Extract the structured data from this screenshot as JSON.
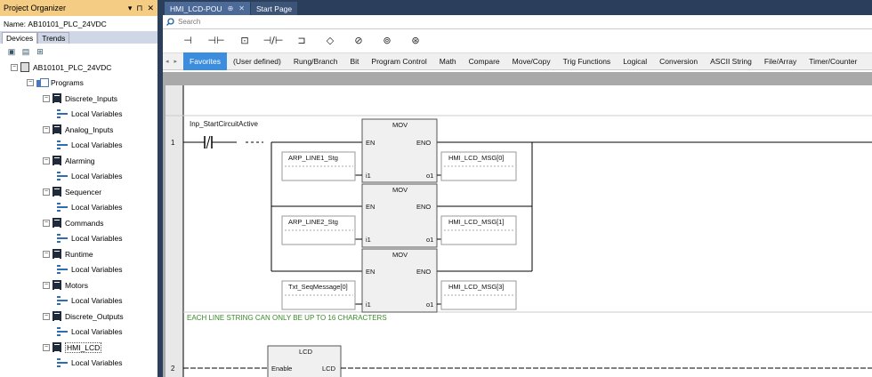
{
  "left_panel": {
    "title": "Project Organizer",
    "ctrls": [
      "▾",
      "⊓",
      "✕"
    ],
    "name_label": "Name:",
    "name_value": "AB10101_PLC_24VDC",
    "tabs": [
      "Devices",
      "Trends"
    ],
    "device": "AB10101_PLC_24VDC",
    "programs_label": "Programs",
    "pous": [
      "Discrete_Inputs",
      "Analog_Inputs",
      "Alarming",
      "Sequencer",
      "Commands",
      "Runtime",
      "Motors",
      "Discrete_Outputs",
      "HMI_LCD"
    ],
    "local_vars": "Local Variables"
  },
  "doc_tabs": [
    {
      "label": "HMI_LCD-POU",
      "pin": "⊕",
      "close": "✕"
    },
    {
      "label": "Start Page"
    }
  ],
  "search": {
    "icon": "search-icon",
    "placeholder": "Search"
  },
  "ladder_tools": [
    "⊣",
    "⊣⊢",
    "⊡",
    "⊣/⊢",
    "⊐",
    "◇",
    "⊘",
    "⊚",
    "⊛"
  ],
  "categories": [
    "Favorites",
    "(User defined)",
    "Rung/Branch",
    "Bit",
    "Program Control",
    "Math",
    "Compare",
    "Move/Copy",
    "Trig Functions",
    "Logical",
    "Conversion",
    "ASCII String",
    "File/Array",
    "Timer/Counter"
  ],
  "rung1": {
    "number": "1",
    "contact": "Inp_StartCircuitActive",
    "blocks": [
      {
        "title": "MOV",
        "en": "EN",
        "eno": "ENO",
        "i1": "i1",
        "o1": "o1",
        "input": "ARP_LINE1_Stg",
        "output": "HMI_LCD_MSG[0]"
      },
      {
        "title": "MOV",
        "en": "EN",
        "eno": "ENO",
        "i1": "i1",
        "o1": "o1",
        "input": "ARP_LINE2_Stg",
        "output": "HMI_LCD_MSG[1]"
      },
      {
        "title": "MOV",
        "en": "EN",
        "eno": "ENO",
        "i1": "i1",
        "o1": "o1",
        "input": "Txt_SeqMessage[0]",
        "output": "HMI_LCD_MSG[3]"
      }
    ],
    "comment": "EACH LINE STRING CAN ONLY BE UP TO 16 CHARACTERS"
  },
  "rung2": {
    "number": "2",
    "block": "LCD",
    "enable": "Enable",
    "lcd": "LCD"
  }
}
